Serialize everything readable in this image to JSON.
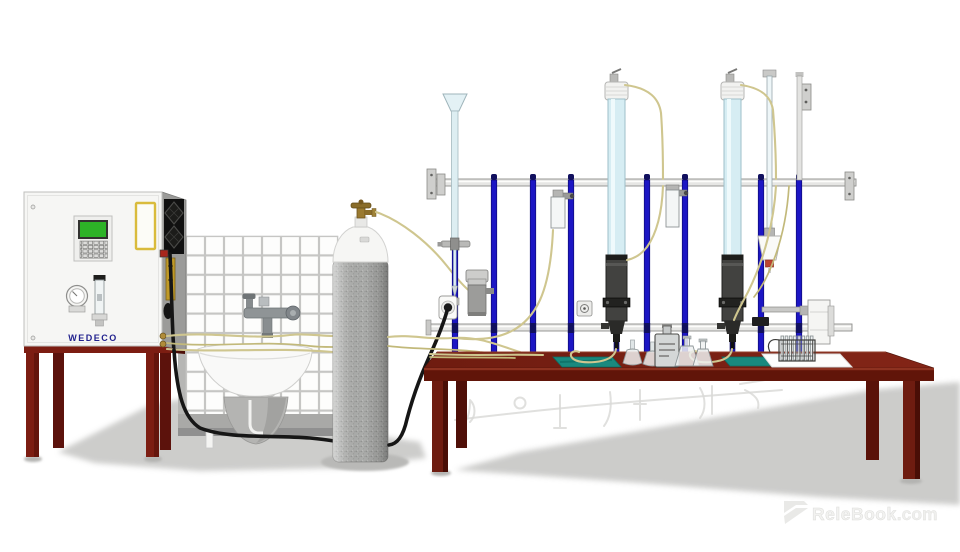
{
  "palette": {
    "background": "#ffffff",
    "rod_blue": "#1c16c4",
    "bar_gray": "#e6e6e4",
    "glass_blue": "#d6edf3",
    "glass_highlight": "#f2fbfd",
    "sleeve_dark": "#424240",
    "tube_tan": "#cfc68f",
    "bench_top": "#7a2113",
    "bench_front": "#611509",
    "bench_leg": "#6e1c10",
    "stand_maroon": "#7c1d12",
    "mat_teal": "#19897e",
    "cylinder_gray": "#acadab",
    "brass": "#9a7a30",
    "screen_green": "#2db327",
    "label_yellow": "#d9bb3c",
    "brand_navy": "#22228e",
    "tile_grout": "#c6c6c4",
    "sink_white": "#f9f9f8",
    "shadow_gray": "#c8c8c6",
    "valve_red": "#bc4430",
    "watermark_gray": "#e9e9e7"
  },
  "cabinet": {
    "brand_label": "WEDECO"
  },
  "watermark": {
    "brand": "ReleBook",
    "suffix": ".com"
  }
}
